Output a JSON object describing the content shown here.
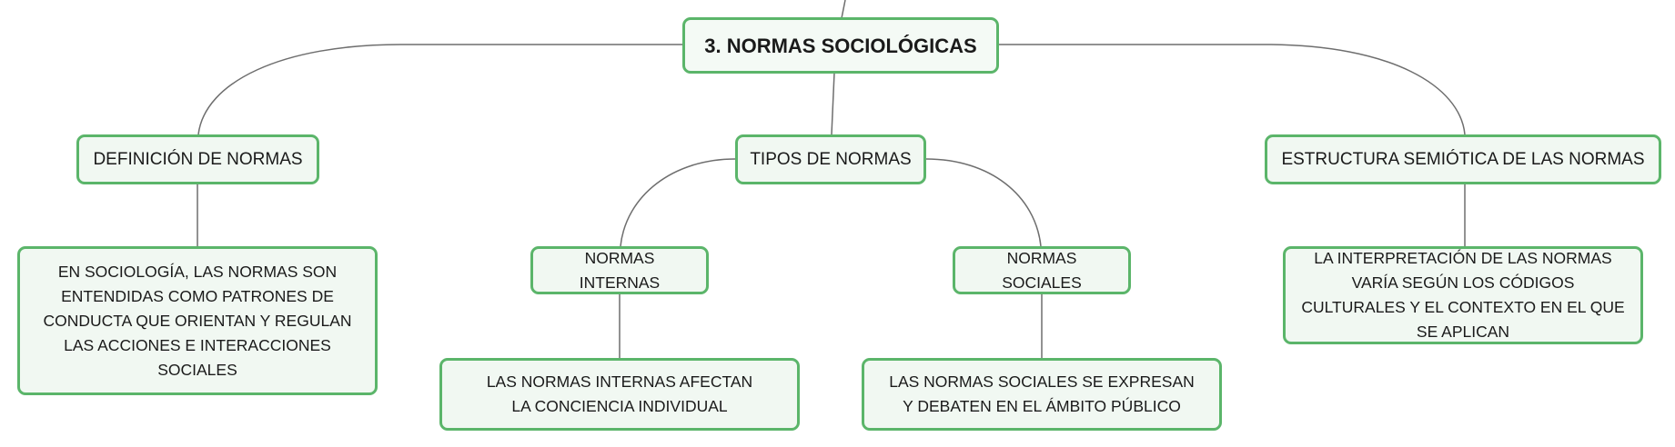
{
  "root": {
    "label": "3. NORMAS SOCIOLÓGICAS"
  },
  "definicion": {
    "label": "DEFINICIÓN DE NORMAS",
    "detail": "EN SOCIOLOGÍA, LAS NORMAS SON ENTENDIDAS COMO PATRONES DE CONDUCTA QUE ORIENTAN Y REGULAN LAS ACCIONES E INTERACCIONES SOCIALES"
  },
  "tipos": {
    "label": "TIPOS DE NORMAS",
    "internas": {
      "label": "NORMAS INTERNAS",
      "detail": "LAS NORMAS INTERNAS AFECTAN LA CONCIENCIA INDIVIDUAL"
    },
    "sociales": {
      "label": "NORMAS SOCIALES",
      "detail": "LAS NORMAS SOCIALES SE EXPRESAN Y DEBATEN EN EL ÁMBITO PÚBLICO"
    }
  },
  "estructura": {
    "label": "ESTRUCTURA SEMIÓTICA DE LAS NORMAS",
    "detail": "LA INTERPRETACIÓN DE LAS NORMAS VARÍA SEGÚN LOS CÓDIGOS CULTURALES Y EL CONTEXTO EN EL QUE SE APLICAN"
  },
  "colors": {
    "node_border": "#5bb56a",
    "node_fill": "#f1f8f2",
    "connector": "#6e6e6e"
  }
}
